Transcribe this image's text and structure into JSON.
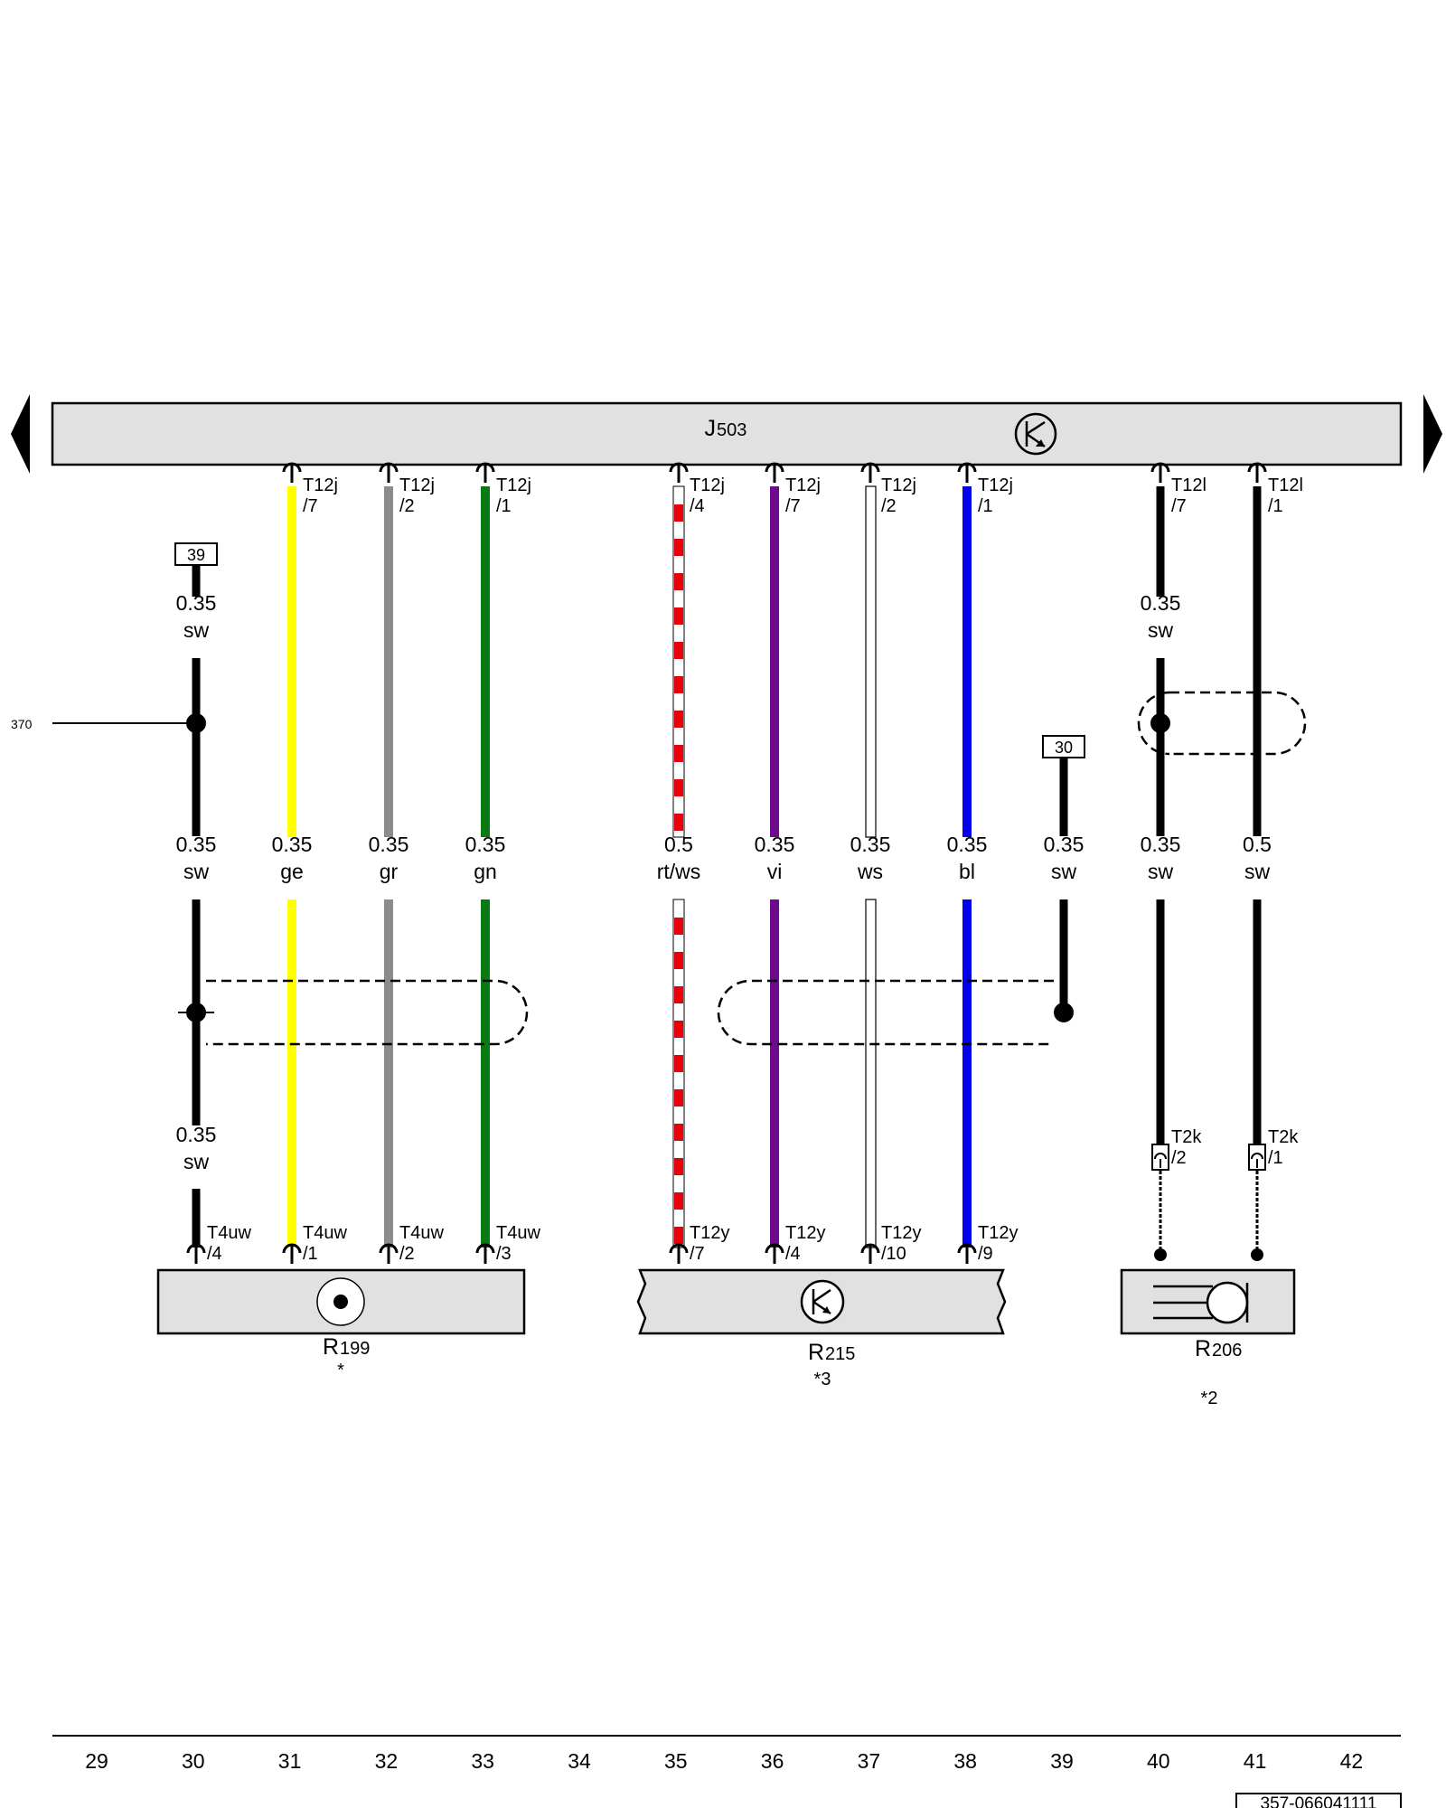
{
  "modules": {
    "j503": {
      "name": "J",
      "sub": "503"
    },
    "r199": {
      "name": "R",
      "sub": "199",
      "note": "*"
    },
    "r215": {
      "name": "R",
      "sub": "215",
      "note": "*3"
    },
    "r206": {
      "name": "R",
      "sub": "206",
      "note": "*2"
    }
  },
  "references": {
    "left_ref": "370",
    "term_39": "39",
    "term_30": "30"
  },
  "wires": [
    {
      "id": "w30",
      "label_top": {
        "size": "0.35",
        "color": "sw"
      },
      "label_mid": {
        "size": "0.35",
        "color": "sw"
      },
      "label_bot": {
        "size": "0.35",
        "color": "sw"
      },
      "conn_bot": {
        "name": "T4uw",
        "pin": "/4"
      }
    },
    {
      "id": "w31",
      "conn_top": {
        "name": "T12j",
        "pin": "/7"
      },
      "label_mid": {
        "size": "0.35",
        "color": "ge"
      },
      "conn_bot": {
        "name": "T4uw",
        "pin": "/1"
      },
      "hex": "#ffff00"
    },
    {
      "id": "w32",
      "conn_top": {
        "name": "T12j",
        "pin": "/2"
      },
      "label_mid": {
        "size": "0.35",
        "color": "gr"
      },
      "conn_bot": {
        "name": "T4uw",
        "pin": "/2"
      },
      "hex": "#8c8c8c"
    },
    {
      "id": "w33",
      "conn_top": {
        "name": "T12j",
        "pin": "/1"
      },
      "label_mid": {
        "size": "0.35",
        "color": "gn"
      },
      "conn_bot": {
        "name": "T4uw",
        "pin": "/3"
      },
      "hex": "#0a7a12"
    },
    {
      "id": "w35",
      "conn_top": {
        "name": "T12j",
        "pin": "/4"
      },
      "label_mid": {
        "size": "0.5",
        "color": "rt/ws"
      },
      "conn_bot": {
        "name": "T12y",
        "pin": "/7"
      },
      "hex": "#e8000b"
    },
    {
      "id": "w36",
      "conn_top": {
        "name": "T12j",
        "pin": "/7"
      },
      "label_mid": {
        "size": "0.35",
        "color": "vi"
      },
      "conn_bot": {
        "name": "T12y",
        "pin": "/4"
      },
      "hex": "#6e0a8c"
    },
    {
      "id": "w37",
      "conn_top": {
        "name": "T12j",
        "pin": "/2"
      },
      "label_mid": {
        "size": "0.35",
        "color": "ws"
      },
      "conn_bot": {
        "name": "T12y",
        "pin": "/10"
      },
      "hex": "#ffffff"
    },
    {
      "id": "w38",
      "conn_top": {
        "name": "T12j",
        "pin": "/1"
      },
      "label_mid": {
        "size": "0.35",
        "color": "bl"
      },
      "conn_bot": {
        "name": "T12y",
        "pin": "/9"
      },
      "hex": "#0000ee"
    },
    {
      "id": "w39",
      "label_mid": {
        "size": "0.35",
        "color": "sw"
      }
    },
    {
      "id": "w40",
      "conn_top": {
        "name": "T12l",
        "pin": "/7"
      },
      "label_top": {
        "size": "0.35",
        "color": "sw"
      },
      "label_mid": {
        "size": "0.35",
        "color": "sw"
      },
      "conn_bot": {
        "name": "T2k",
        "pin": "/2"
      }
    },
    {
      "id": "w41",
      "conn_top": {
        "name": "T12l",
        "pin": "/1"
      },
      "label_mid": {
        "size": "0.5",
        "color": "sw"
      },
      "conn_bot": {
        "name": "T2k",
        "pin": "/1"
      }
    }
  ],
  "columns": [
    "29",
    "30",
    "31",
    "32",
    "33",
    "34",
    "35",
    "36",
    "37",
    "38",
    "39",
    "40",
    "41",
    "42"
  ],
  "footer": {
    "code": "357-066041111"
  }
}
